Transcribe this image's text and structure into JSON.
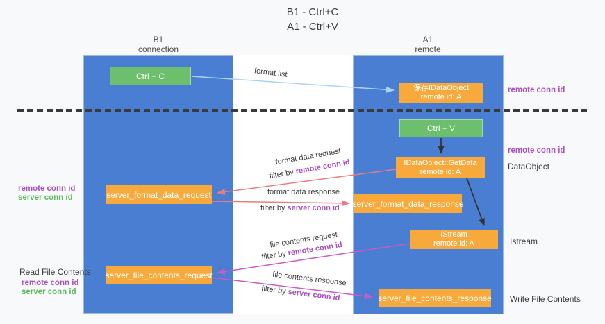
{
  "title": {
    "line1": "B1 - Ctrl+C",
    "line2": "A1 - Ctrl+V"
  },
  "lifelines": {
    "left": {
      "title": "B1",
      "subtitle": "connection"
    },
    "right": {
      "title": "A1",
      "subtitle": "remote"
    }
  },
  "nodes": {
    "ctrl_c": {
      "label": "Ctrl + C"
    },
    "ctrl_v": {
      "label": "Ctrl + V"
    },
    "save_dataobject": {
      "line1": "保存IDataObject",
      "line2": "remote id: A"
    },
    "getdata": {
      "line1": "IDataObject::GetData",
      "line2": "remote id: A"
    },
    "istream": {
      "line1": "IStream",
      "line2": "remote id: A"
    },
    "format_request": {
      "label": "server_format_data_request"
    },
    "format_response": {
      "label": "server_format_data_response"
    },
    "file_request": {
      "label": "server_file_contents_request"
    },
    "file_response": {
      "label": "server_file_contents_response"
    }
  },
  "arrow_labels": {
    "format_list": "format list",
    "format_data_request": "format data request",
    "format_data_response": "format data response",
    "file_contents_request": "file contents request",
    "file_contents_response": "file contents response",
    "filter_by": "filter by",
    "remote_conn_id": "remote conn id",
    "server_conn_id": "server conn id"
  },
  "annotations": {
    "remote_conn_id": "remote conn id",
    "server_conn_id": "server conn id",
    "dataobject": "DataObject",
    "istream": "Istream",
    "read_file_contents": "Read File Contents",
    "write_file_contents": "Write File Contents"
  },
  "colors": {
    "page_bg": "#f8f9fa",
    "canvas_white": "#ffffff",
    "column_blue": "#4a7ed2",
    "box_green": "#6dbf6d",
    "box_orange": "#f7a93c",
    "arrow_lightblue": "#aad4f0",
    "arrow_black": "#333333",
    "arrow_red": "#e87d7d",
    "arrow_magenta": "#cb59c8",
    "text_purple": "#a94fc0",
    "text_green": "#5cb85c",
    "text_dark": "#3c3c3c"
  }
}
